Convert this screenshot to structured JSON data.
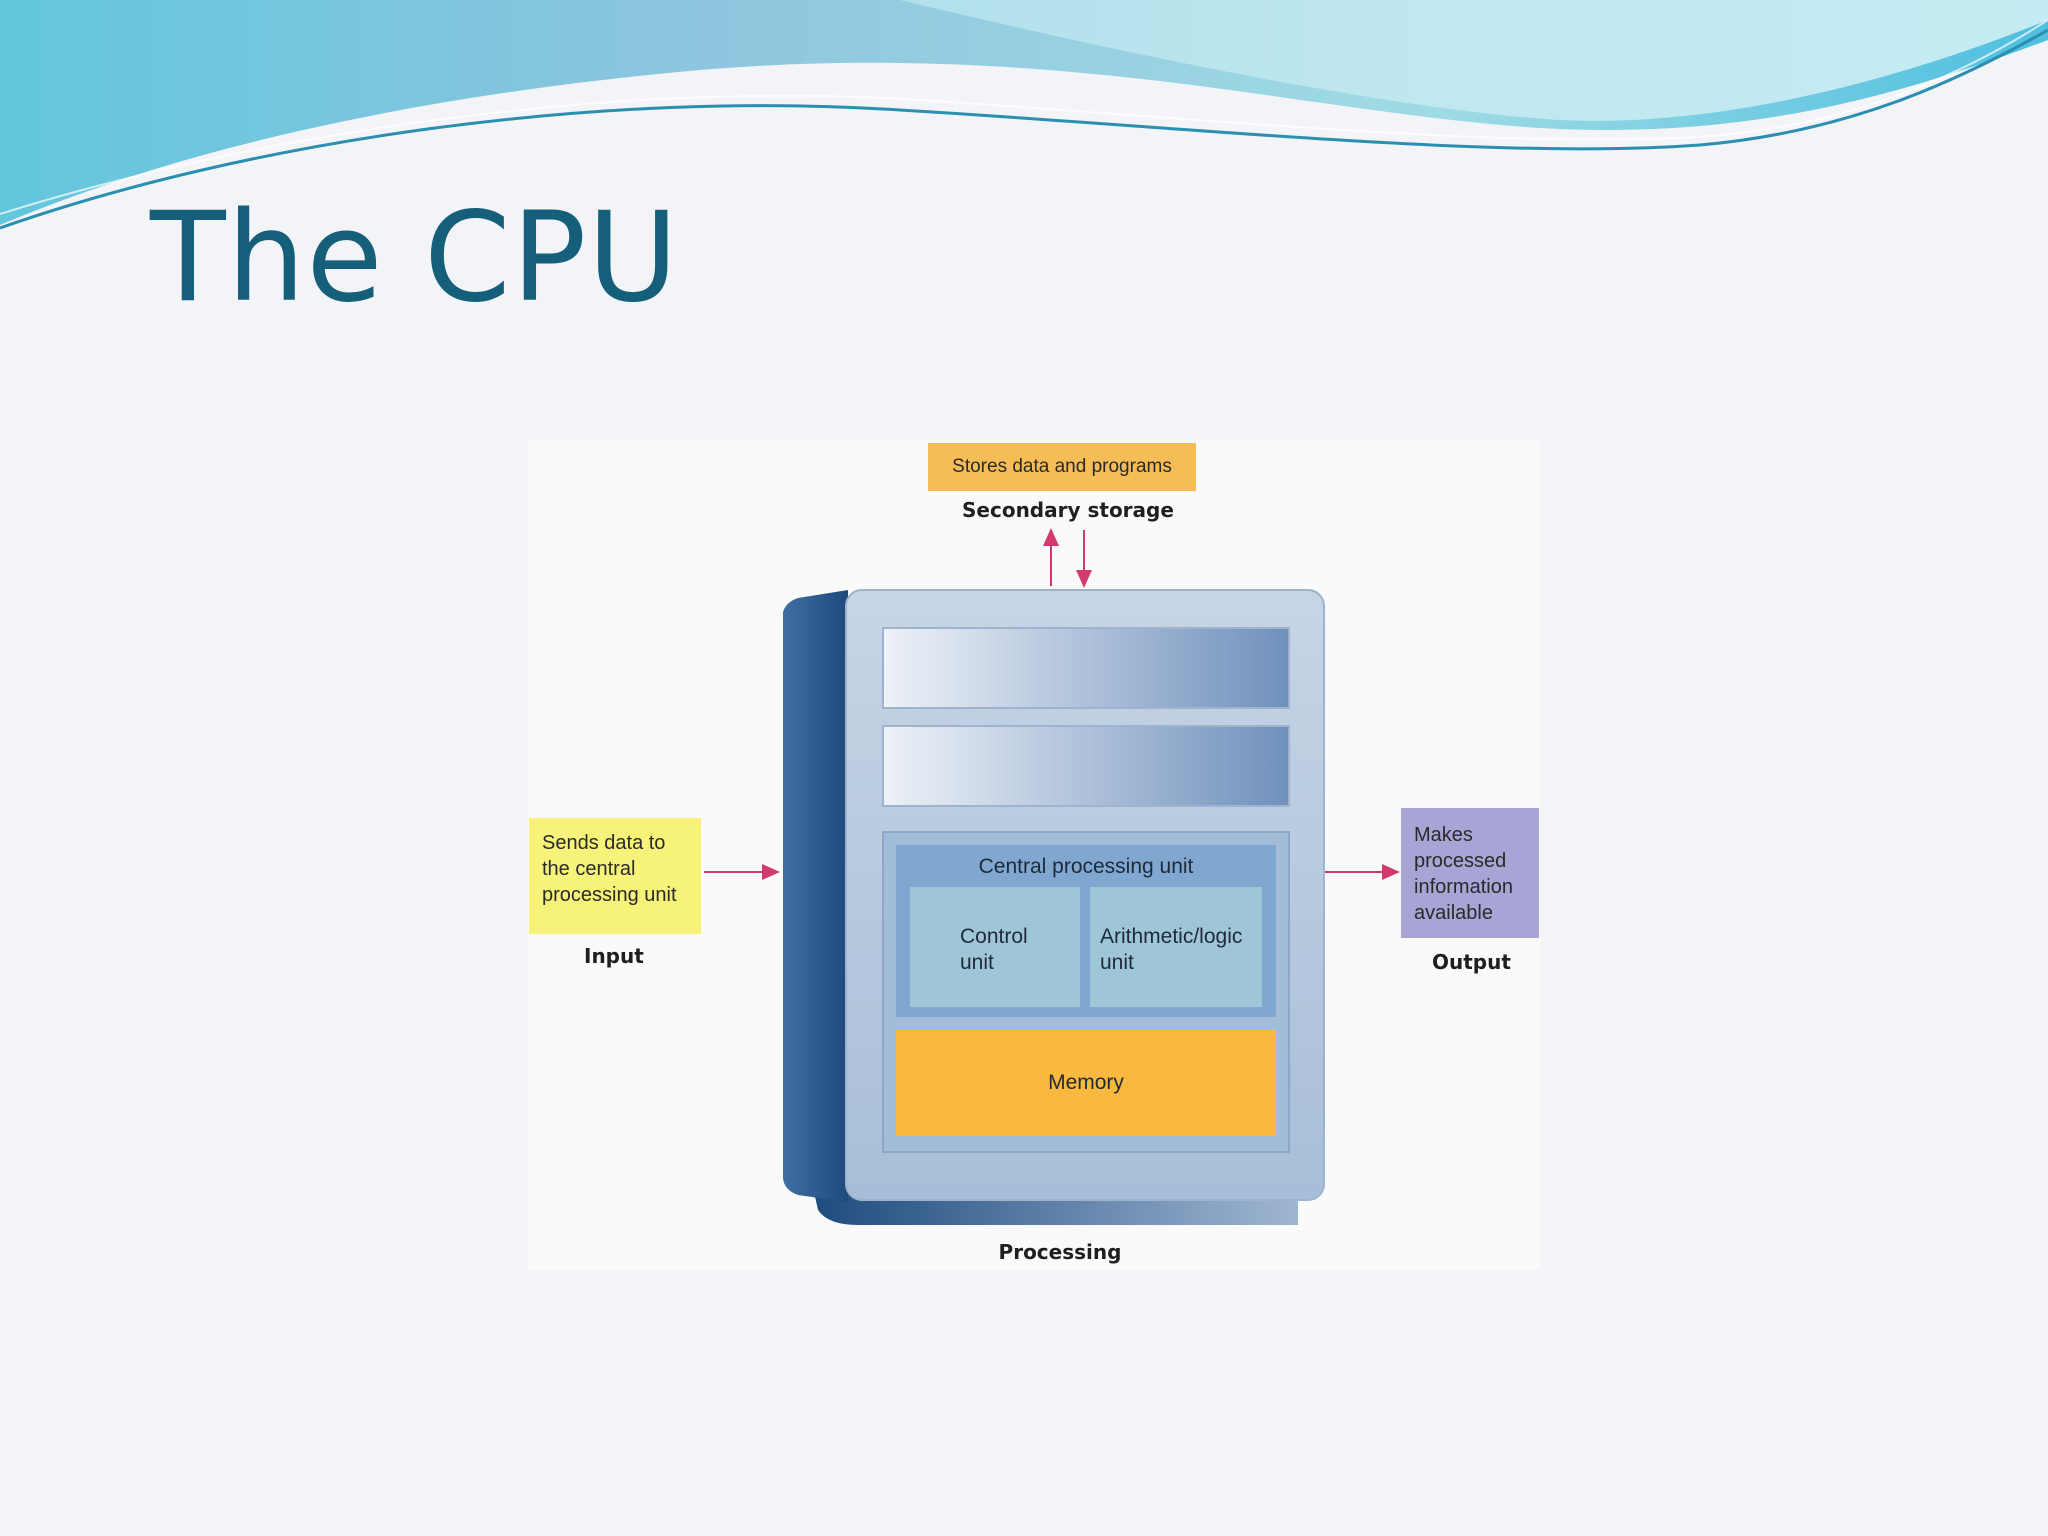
{
  "slide": {
    "title": "The CPU"
  },
  "diagram": {
    "storage": {
      "note": "Stores data and programs",
      "caption": "Secondary storage"
    },
    "input": {
      "note": "Sends data to the central processing unit",
      "caption": "Input"
    },
    "output": {
      "note": "Makes processed information available",
      "caption": "Output"
    },
    "cpu": {
      "label": "Central processing unit",
      "control_unit": "Control unit",
      "alu": "Arithmetic/logic unit"
    },
    "memory": {
      "label": "Memory"
    },
    "processing": {
      "caption": "Processing"
    }
  },
  "colors": {
    "title": "#155f7a",
    "storage_note": "#f6bc55",
    "input_note": "#f7f27a",
    "output_note": "#a9a4d6",
    "memory": "#f8b93e",
    "arrow": "#d23a6b",
    "cabinet_side": "#2c5d91"
  }
}
